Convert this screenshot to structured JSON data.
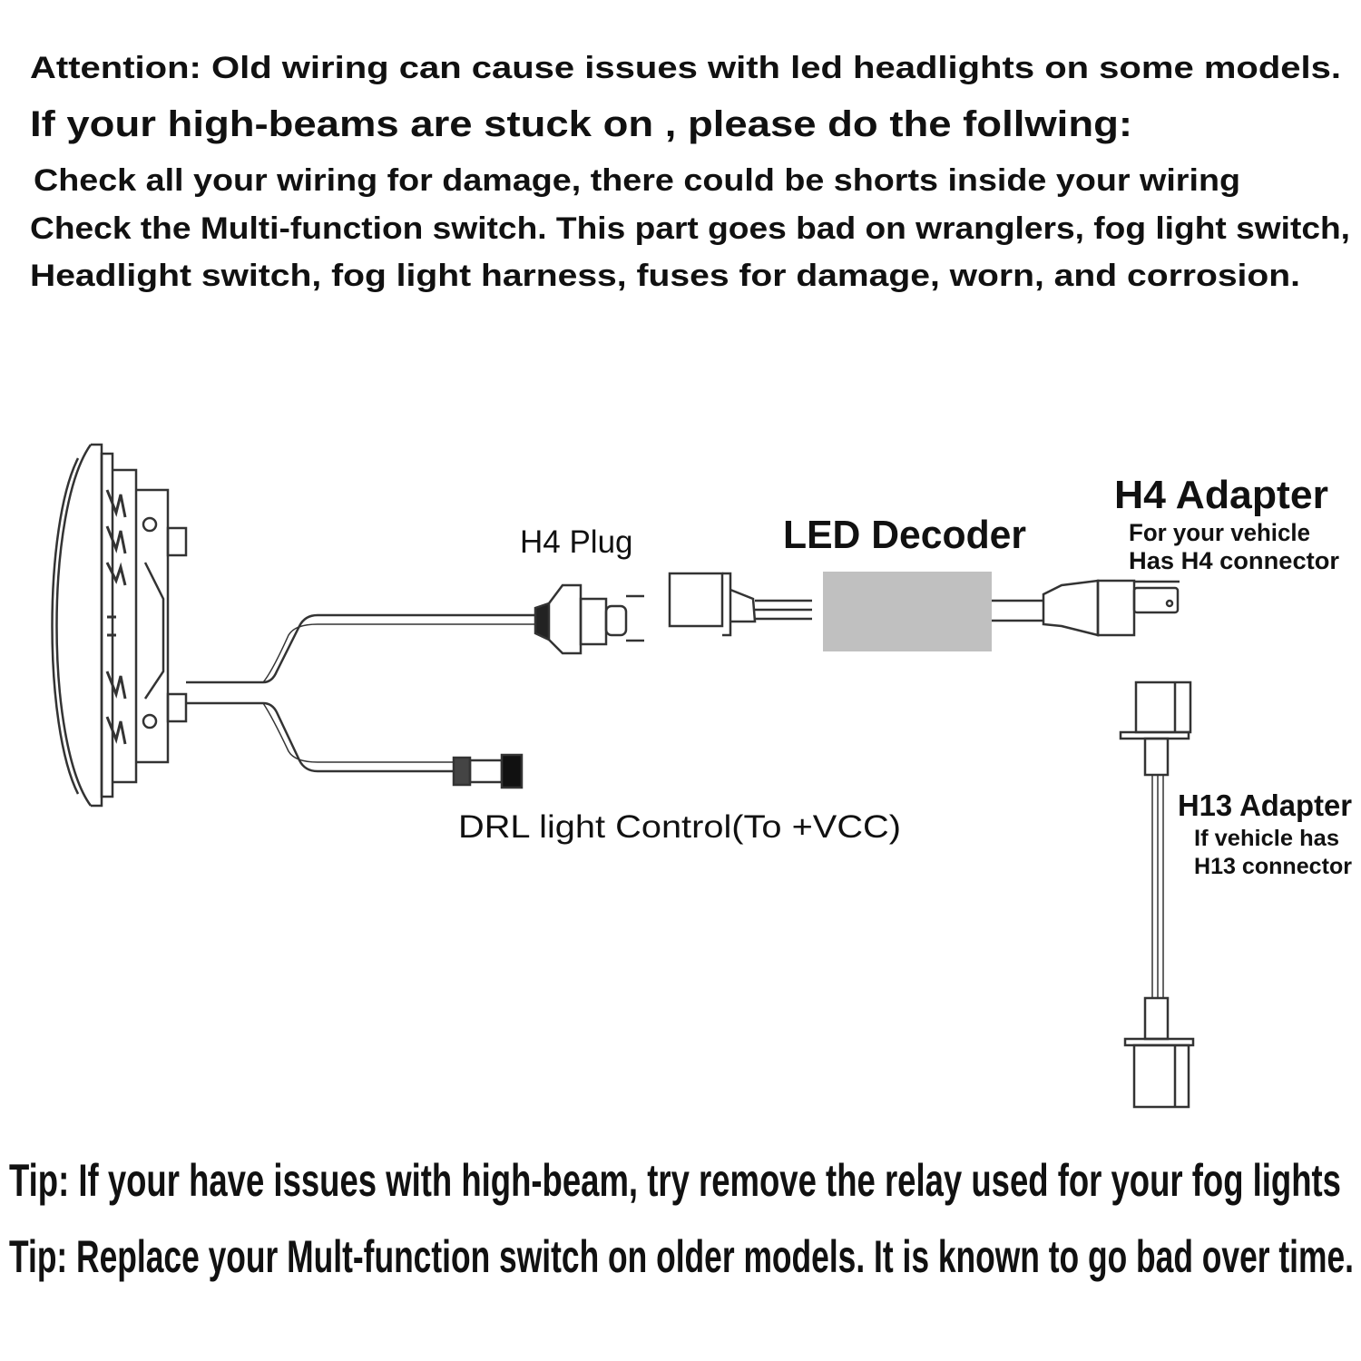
{
  "header": {
    "attention": "Attention: Old wiring can cause issues with led headlights on some models.",
    "stuck_on": "If your high-beams are stuck on , please do the follwing:",
    "steps": [
      "Check all your wiring for damage, there could be shorts inside your wiring",
      "Check the Multi-function switch. This part goes bad on wranglers, fog light switch,",
      "Headlight switch, fog light harness, fuses for damage, worn, and corrosion."
    ]
  },
  "diagram": {
    "h4_plug": "H4 Plug",
    "led_decoder": "LED Decoder",
    "h4_adapter": {
      "title": "H4 Adapter",
      "line1": "For your vehicle",
      "line2": "Has H4 connector"
    },
    "h13_adapter": {
      "title": "H13 Adapter",
      "line1": "If vehicle has",
      "line2": "H13 connector"
    },
    "drl": "DRL light Control(To +VCC)",
    "decoder_color": "#c0c0c0"
  },
  "tips": [
    "Tip: If your have issues with high-beam, try remove the relay used for your fog lights",
    "Tip: Replace your Mult-function switch on older models. It is known to go bad over time."
  ]
}
